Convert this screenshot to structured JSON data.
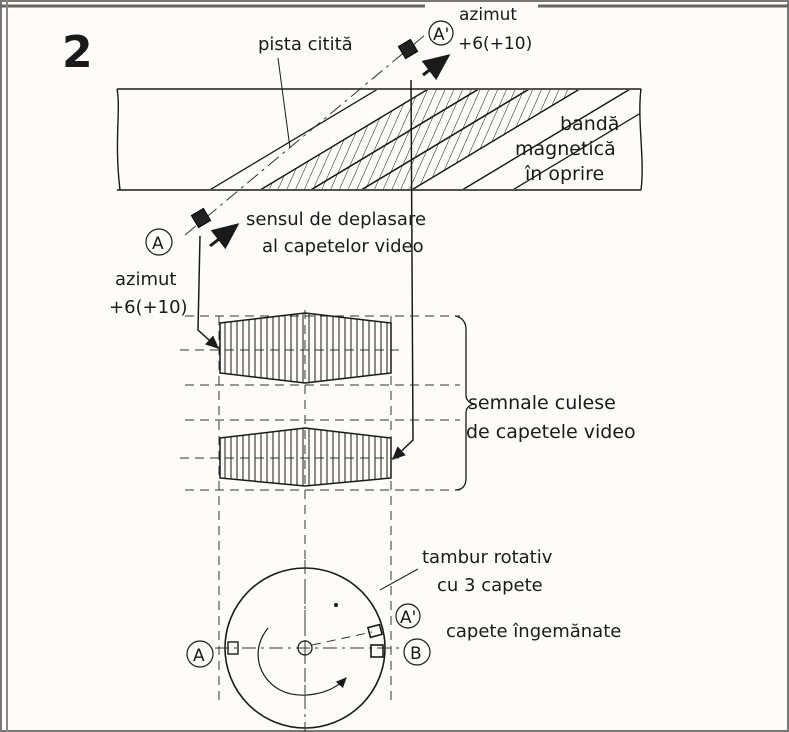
{
  "figure": {
    "number": "2",
    "labels": {
      "azimut_top": "azimut",
      "azimut_top_value": "+6(+10)",
      "pista_citita": "pista citită",
      "banda_line1": "bandă",
      "banda_line2": "magnetică",
      "banda_line3": "în oprire",
      "sensul_line1": "sensul de deplasare",
      "sensul_line2": "al capetelor video",
      "azimut_left": "azimut",
      "azimut_left_value": "+6(+10)",
      "semnale_line1": "semnale culese",
      "semnale_line2": "de capetele video",
      "tambur_line1": "tambur rotativ",
      "tambur_line2": "cu 3 capete",
      "capete": "capete îngemănate"
    },
    "markers": {
      "a_prime_top": "A'",
      "a_left_mid": "A",
      "a_prime_drum": "A'",
      "a_drum": "A",
      "b_drum": "B"
    }
  }
}
